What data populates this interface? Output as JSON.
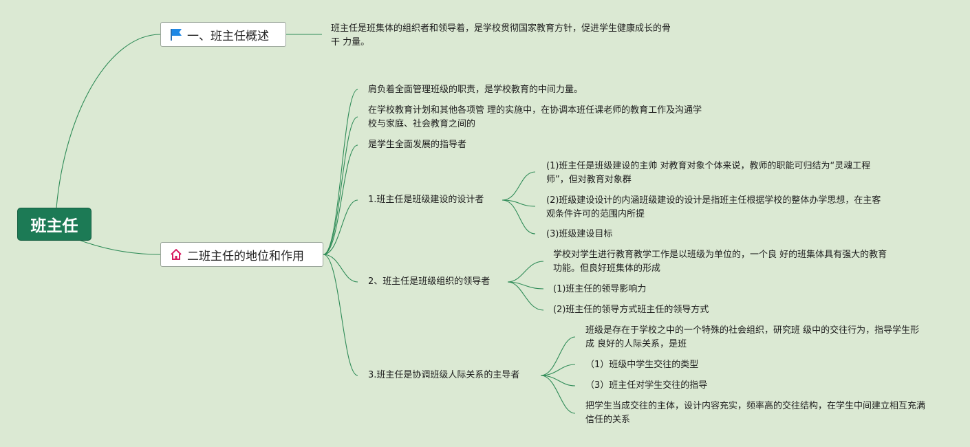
{
  "root": {
    "label": "班主任"
  },
  "topics": [
    {
      "label": "一、班主任概述",
      "icon": "flag-icon",
      "children": [
        "班主任是班集体的组织者和领导着，是学校贯彻国家教育方针，促进学生健康成长的骨干 力量。"
      ]
    },
    {
      "label": "二班主任的地位和作用",
      "icon": "home-icon",
      "children": [
        {
          "label": "肩负着全面管理班级的职责，是学校教育的中间力量。"
        },
        {
          "label": "在学校教育计划和其他各项管 理的实施中，在协调本班任课老师的教育工作及沟通学校与家庭、社会教育之间的"
        },
        {
          "label": "是学生全面发展的指导者"
        },
        {
          "label": "1.班主任是班级建设的设计者",
          "children": [
            "(1)班主任是班级建设的主帅 对教育对象个体来说，教师的职能可归结为“灵魂工程 师”，但对教育对象群",
            "(2)班级建设设计的内涵班级建设的设计是指班主任根据学校的整体办学思想，在主客观条件许可的范围内所提",
            "(3)班级建设目标"
          ]
        },
        {
          "label": "2、班主任是班级组织的领导者",
          "children": [
            "学校对学生进行教育教学工作是以班级为单位的，一个良 好的班集体具有强大的教育功能。但良好班集体的形成",
            "(1)班主任的领导影响力",
            "(2)班主任的领导方式班主任的领导方式"
          ]
        },
        {
          "label": "3.班主任是协调班级人际关系的主导者",
          "children": [
            "班级是存在于学校之中的一个特殊的社会组织，研究班 级中的交往行为，指导学生形成 良好的人际关系，是班",
            "（1）班级中学生交往的类型",
            "（3）班主任对学生交往的指导",
            "把学生当成交往的主体，设计内容充实，频率高的交往结构，在学生中间建立相互充满 信任的关系"
          ]
        }
      ]
    }
  ]
}
